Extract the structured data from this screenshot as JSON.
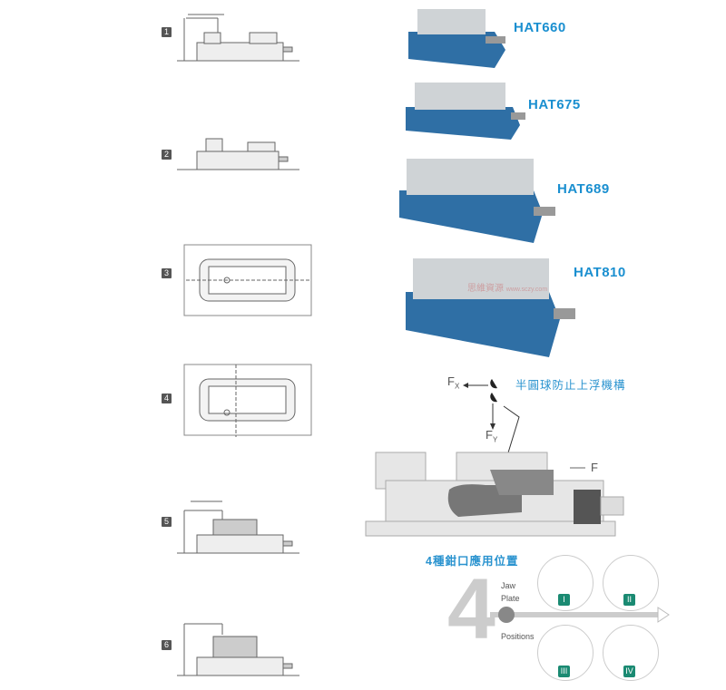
{
  "diagrams": [
    {
      "n": "1"
    },
    {
      "n": "2"
    },
    {
      "n": "3"
    },
    {
      "n": "4"
    },
    {
      "n": "5"
    },
    {
      "n": "6"
    }
  ],
  "models": [
    "HAT660",
    "HAT675",
    "HAT689",
    "HAT810"
  ],
  "colors": {
    "accent": "#1a8fd0",
    "vise_body": "#2f6fa5",
    "roman": "#1a8a72"
  },
  "force": {
    "fx": "F",
    "fx_sub": "X",
    "fy": "F",
    "fy_sub": "Y",
    "f": "F",
    "mechanism": "半圓球防止上浮機構"
  },
  "positions": {
    "title": "4種鉗口應用位置",
    "big": "4",
    "jaw": "Jaw",
    "plate": "Plate",
    "positions": "Positions",
    "roman": [
      "I",
      "II",
      "III",
      "IV"
    ]
  },
  "watermark": {
    "name": "思維資源",
    "url": "www.sczy.com"
  }
}
